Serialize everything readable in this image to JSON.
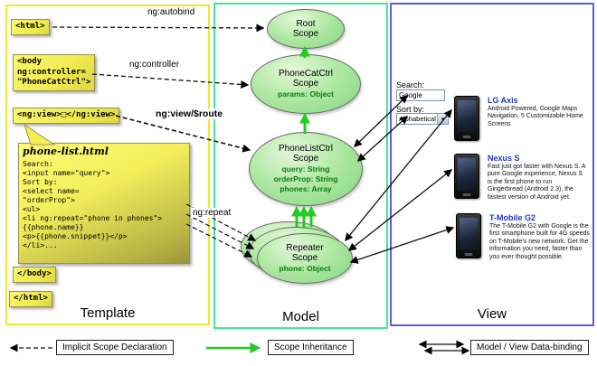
{
  "panels": {
    "template": "Template",
    "model": "Model",
    "view": "View"
  },
  "template": {
    "html_open": "<html>",
    "body_open": [
      "<body",
      "ng:controller=",
      "\"PhoneCatCtrl\">"
    ],
    "ng_view": "<ng:view>□</ng:view>",
    "phone_list": {
      "title": "phone-list.html",
      "lines": [
        "Search:",
        "<input name=\"query\">",
        "Sort by:",
        "<select name=",
        "\"orderProp\">",
        "<ul>",
        "<li ng:repeat=\"phone in phones\">",
        "{{phone.name}}",
        "<p>{{phone.snippet}}</p>",
        "</li>..."
      ]
    },
    "body_close": "</body>",
    "html_close": "</html>"
  },
  "arrow_labels": {
    "autobind": "ng:autobind",
    "controller": "ng:controller",
    "view_route": "ng:view/$route",
    "repeat": "ng:repeat"
  },
  "model": {
    "root": {
      "title": "Root Scope"
    },
    "phonecat": {
      "title": "PhoneCatCtrl Scope",
      "props": [
        "params: Object"
      ]
    },
    "phonelist": {
      "title": "PhoneListCtrl Scope",
      "props": [
        "query: String",
        "orderProp: String",
        "phones: Array"
      ]
    },
    "repeater": {
      "title": "Repeater Scope",
      "props": [
        "phone: Object"
      ]
    }
  },
  "view": {
    "search_label": "Search:",
    "search_value": "Google",
    "sort_label": "Sort by:",
    "sort_value": "Alphabetical",
    "sort_dropdown_icon": "▾",
    "phones": [
      {
        "name": "LG Axis",
        "description": "Android Powered, Google Maps Navigation, 5 Customizable Home Screens"
      },
      {
        "name": "Nexus S",
        "description": "Fast just got faster with Nexus S. A pure Google experience, Nexus S is the first phone to run Gingerbread (Android 2.3), the fastest version of Android yet."
      },
      {
        "name": "T-Mobile G2",
        "description": "The T-Mobile G2 with Google is the first smartphone built for 4G speeds on T-Mobile's new network. Get the information you need, faster than you ever thought possible."
      }
    ]
  },
  "legend": {
    "implicit": "Implicit Scope Declaration",
    "inheritance": "Scope Inheritance",
    "binding": "Model / View Data-binding"
  },
  "colors": {
    "template_border": "#efe72e",
    "model_border": "#3fe896",
    "view_border": "#5c5cd6",
    "scope_fill": "#a9e69d",
    "scope_prop_text": "#0a7a14",
    "inheritance_arrow": "#22cc22",
    "link_blue": "#2238c8",
    "yellow_box": "#f3ef5b"
  }
}
